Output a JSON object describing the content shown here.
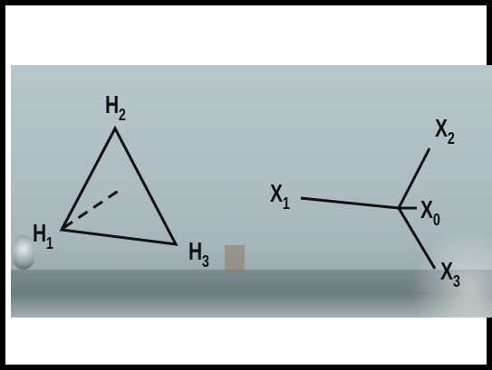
{
  "labels": {
    "h2": {
      "main": "H",
      "sub": "2"
    },
    "h1": {
      "main": "H",
      "sub": "1"
    },
    "h3": {
      "main": "H",
      "sub": "3"
    },
    "x1": {
      "main": "X",
      "sub": "1"
    },
    "x2": {
      "main": "X",
      "sub": "2"
    },
    "x0": {
      "main": "X",
      "sub": "0"
    },
    "x3": {
      "main": "X",
      "sub": "3"
    }
  },
  "colors": {
    "panel": "#adbdc2",
    "ink": "#111111",
    "border": "#000000"
  }
}
